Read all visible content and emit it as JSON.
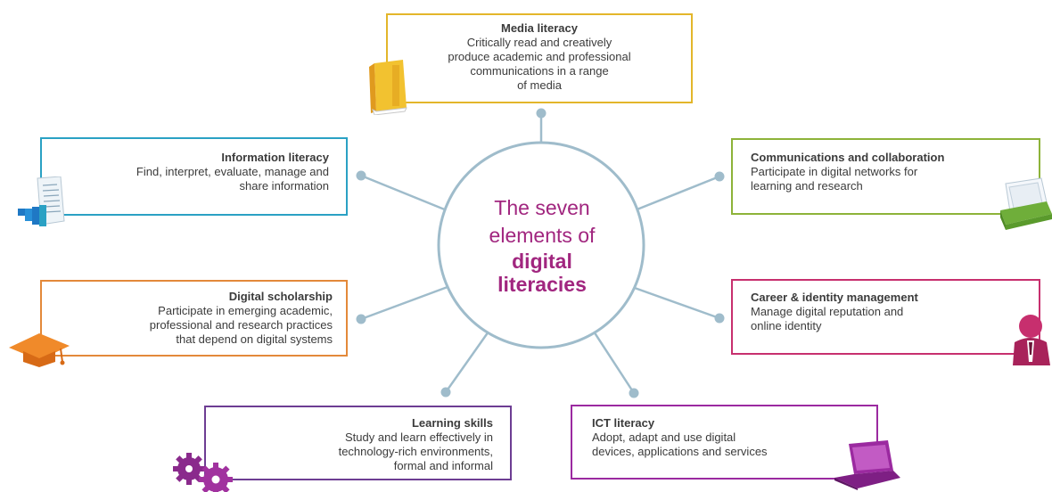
{
  "center": {
    "line1": "The seven",
    "line2": "elements of",
    "line3": "digital",
    "line4": "literacies"
  },
  "colors": {
    "hub": "#9fbccb",
    "center_text": "#a1267f",
    "media": "#e3b62a",
    "information": "#2aa1c4",
    "communications": "#8db339",
    "scholarship": "#e3893a",
    "career": "#c72f6e",
    "learning": "#6d3d93",
    "ict": "#9b2aa0"
  },
  "elements": {
    "media": {
      "title": "Media literacy",
      "desc": [
        "Critically read and creatively",
        "produce academic and professional",
        "communications in a range",
        "of media"
      ],
      "icon": "book-icon"
    },
    "information": {
      "title": "Information literacy",
      "desc": [
        "Find, interpret, evaluate, manage and",
        "share information"
      ],
      "icon": "document-chart-icon"
    },
    "communications": {
      "title": "Communications and collaboration",
      "desc": [
        "Participate in digital networks for",
        "learning and research"
      ],
      "icon": "card-file-icon"
    },
    "scholarship": {
      "title": "Digital scholarship",
      "desc": [
        "Participate in emerging academic,",
        "professional and research practices",
        "that depend on digital systems"
      ],
      "icon": "graduation-cap-icon"
    },
    "career": {
      "title": "Career & identity management",
      "desc": [
        "Manage digital reputation and",
        "online identity"
      ],
      "icon": "person-icon"
    },
    "learning": {
      "title": "Learning skills",
      "desc": [
        "Study and learn effectively in",
        "technology-rich environments,",
        "formal and informal"
      ],
      "icon": "gears-icon"
    },
    "ict": {
      "title": "ICT literacy",
      "desc": [
        "Adopt, adapt and use digital",
        "devices, applications and services"
      ],
      "icon": "laptop-icon"
    }
  }
}
